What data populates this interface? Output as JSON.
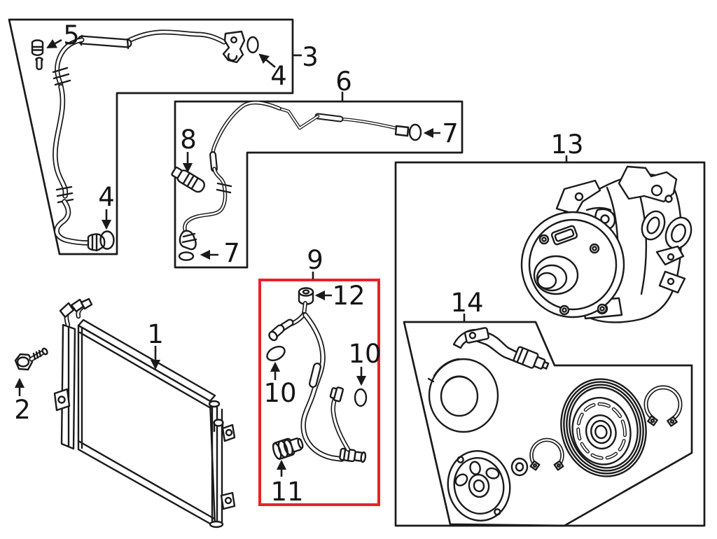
{
  "diagram": {
    "highlight_color": "#e8232b",
    "callouts": {
      "c1": "1",
      "c2": "2",
      "c3": "3",
      "c4a": "4",
      "c4b": "4",
      "c5": "5",
      "c6": "6",
      "c7a": "7",
      "c7b": "7",
      "c8": "8",
      "c9": "9",
      "c10a": "10",
      "c10b": "10",
      "c11": "11",
      "c12": "12",
      "c13": "13",
      "c14": "14"
    }
  }
}
